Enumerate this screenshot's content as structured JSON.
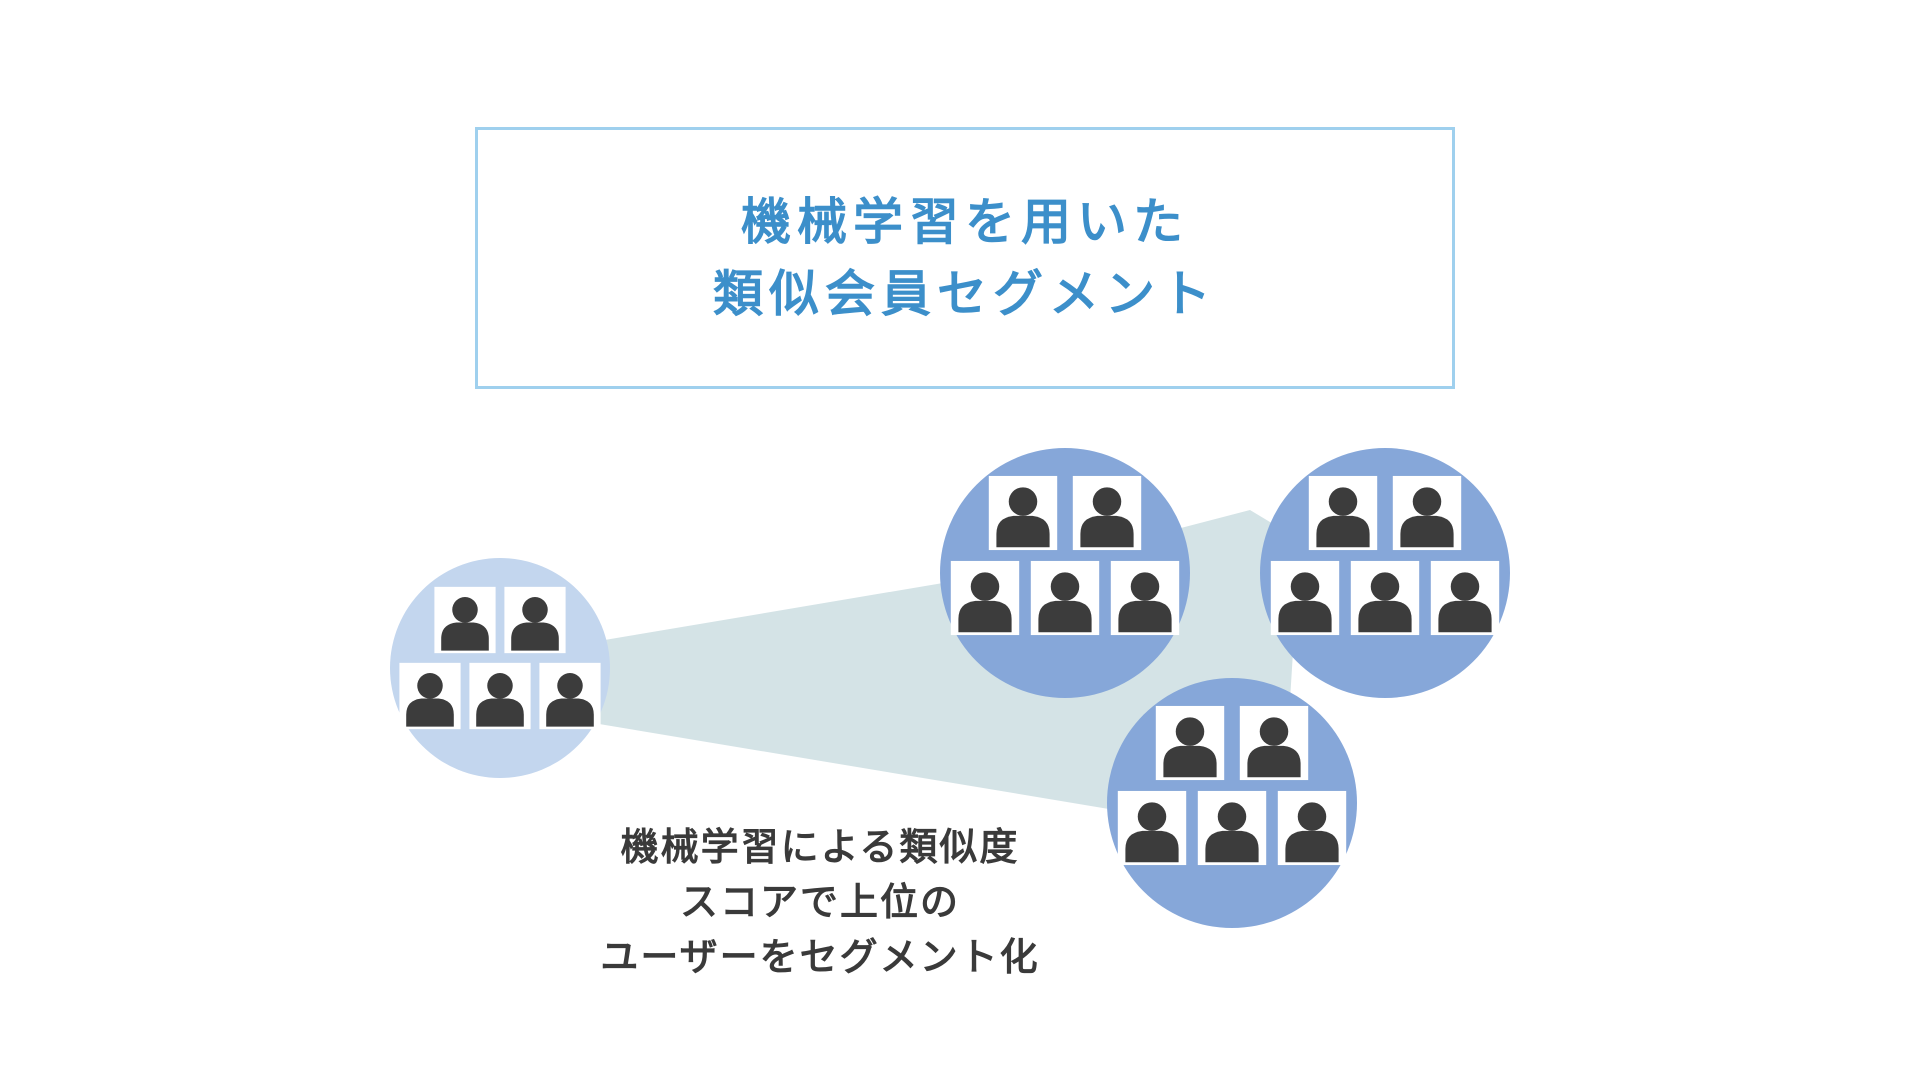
{
  "title": {
    "lines": [
      "機械学習を用いた",
      "類似会員セグメント"
    ],
    "color": "#3c8fca",
    "border_color": "#9fd0ee"
  },
  "caption": {
    "lines": [
      "機械学習による類似度",
      "スコアで上位の",
      "ユーザーをセグメント化"
    ],
    "color": "#3a3a3a"
  },
  "colors": {
    "source_group": "#c3d6ee",
    "segment_group": "#86a7d9",
    "projection_beam": "#d4e3e6",
    "person_silhouette": "#3c3c3c",
    "person_card": "#ffffff"
  },
  "icons": {
    "person": "user-silhouette-icon"
  },
  "groups": {
    "source": {
      "member_count": 5
    },
    "segments": [
      {
        "name": "segment-1",
        "member_count": 5
      },
      {
        "name": "segment-2",
        "member_count": 5
      },
      {
        "name": "segment-3",
        "member_count": 5
      }
    ]
  }
}
